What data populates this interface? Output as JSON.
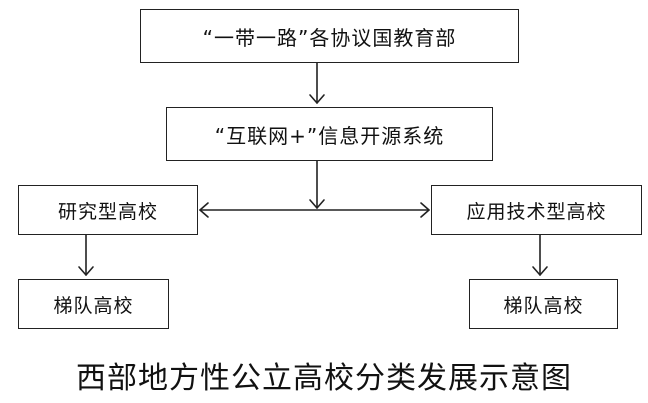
{
  "diagram": {
    "nodes": {
      "top": "“一带一路”各协议国教育部",
      "middle": "“互联网+”信息开源系统",
      "left": "研究型高校",
      "right": "应用技术型高校",
      "bottom_left": "梯队高校",
      "bottom_right": "梯队高校"
    },
    "edges": [
      {
        "from": "top",
        "to": "middle",
        "direction": "one-way"
      },
      {
        "from": "middle",
        "to": "left-right connector",
        "direction": "one-way"
      },
      {
        "from": "left",
        "to": "right",
        "direction": "two-way"
      },
      {
        "from": "left",
        "to": "bottom_left",
        "direction": "one-way"
      },
      {
        "from": "right",
        "to": "bottom_right",
        "direction": "one-way"
      }
    ],
    "caption": "西部地方性公立高校分类发展示意图"
  }
}
